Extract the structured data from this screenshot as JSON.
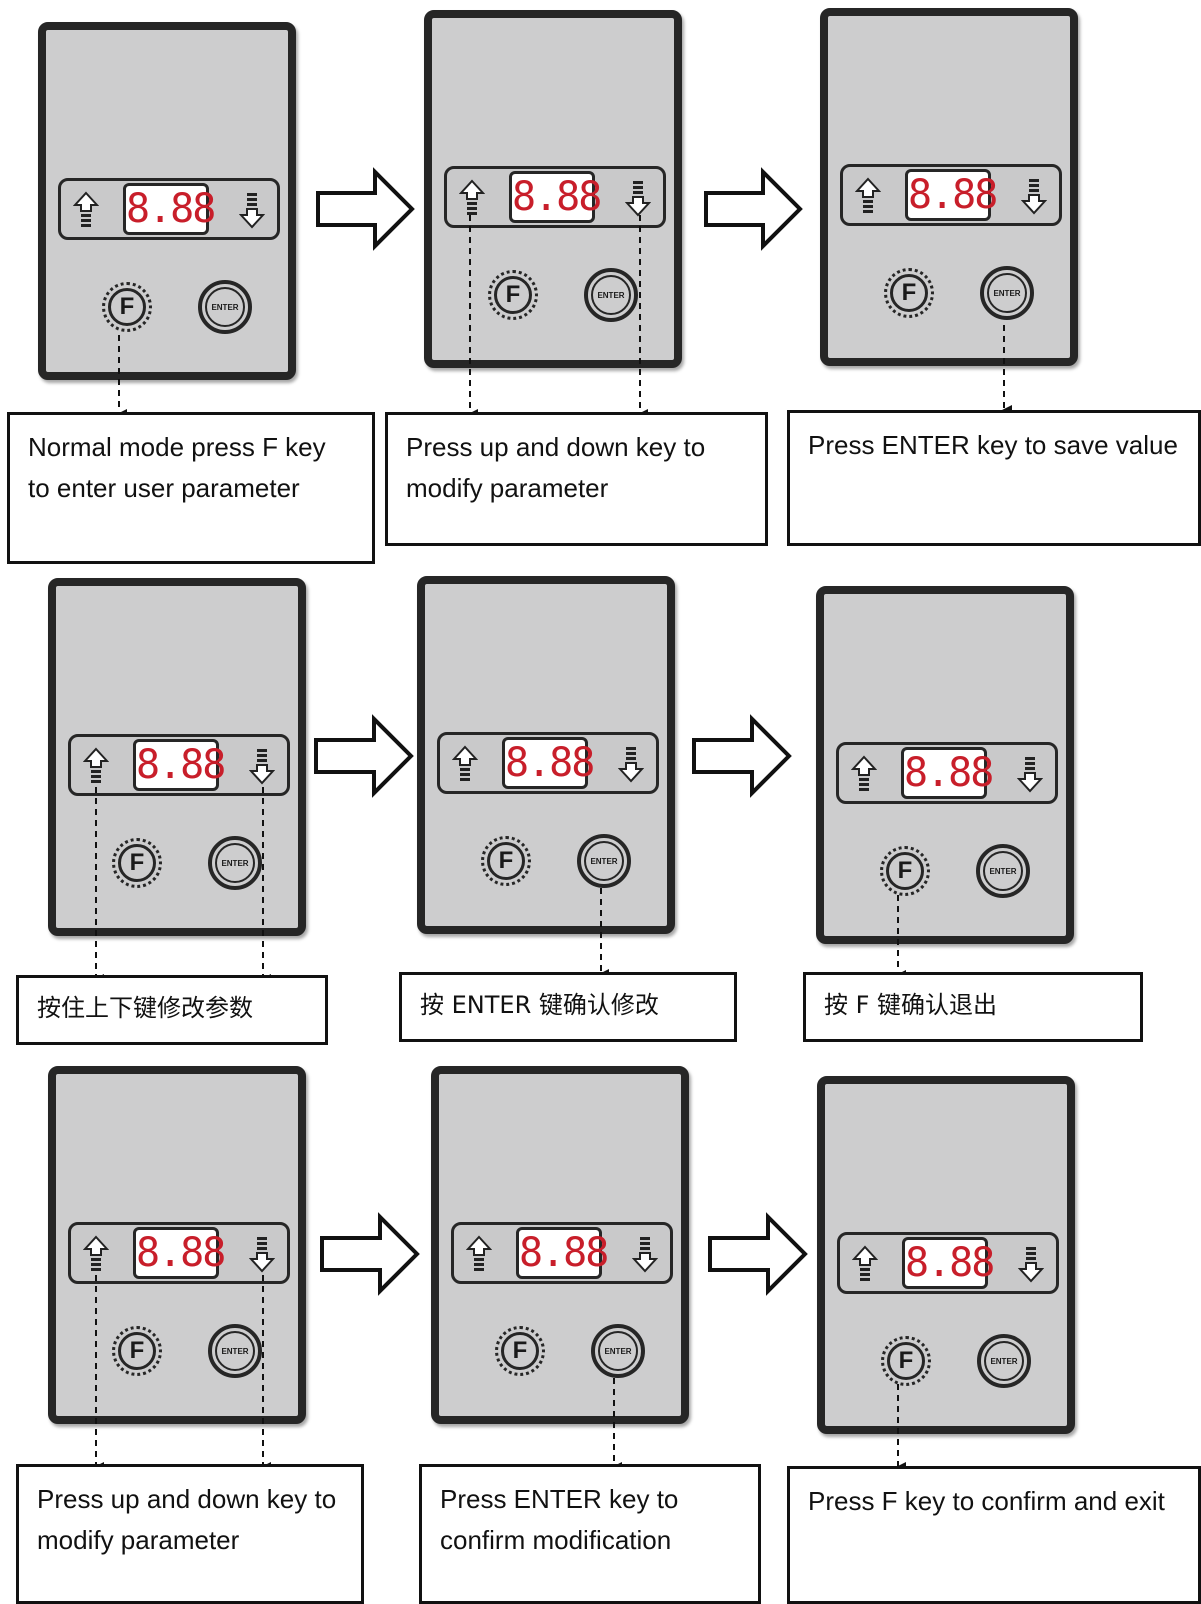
{
  "display_value": "8.88",
  "f_key_label": "F",
  "enter_key_label": "ENTER",
  "captions": [
    "Normal mode press F key to enter user parameter",
    "Press up and down key to modify parameter",
    "Press ENTER key to save value",
    "按住上下键修改参数",
    "按 ENTER 键确认修改",
    "按 F 键确认退出",
    "Press up and down key to modify parameter",
    "Press ENTER key to confirm modification",
    "Press F key to confirm and exit"
  ]
}
